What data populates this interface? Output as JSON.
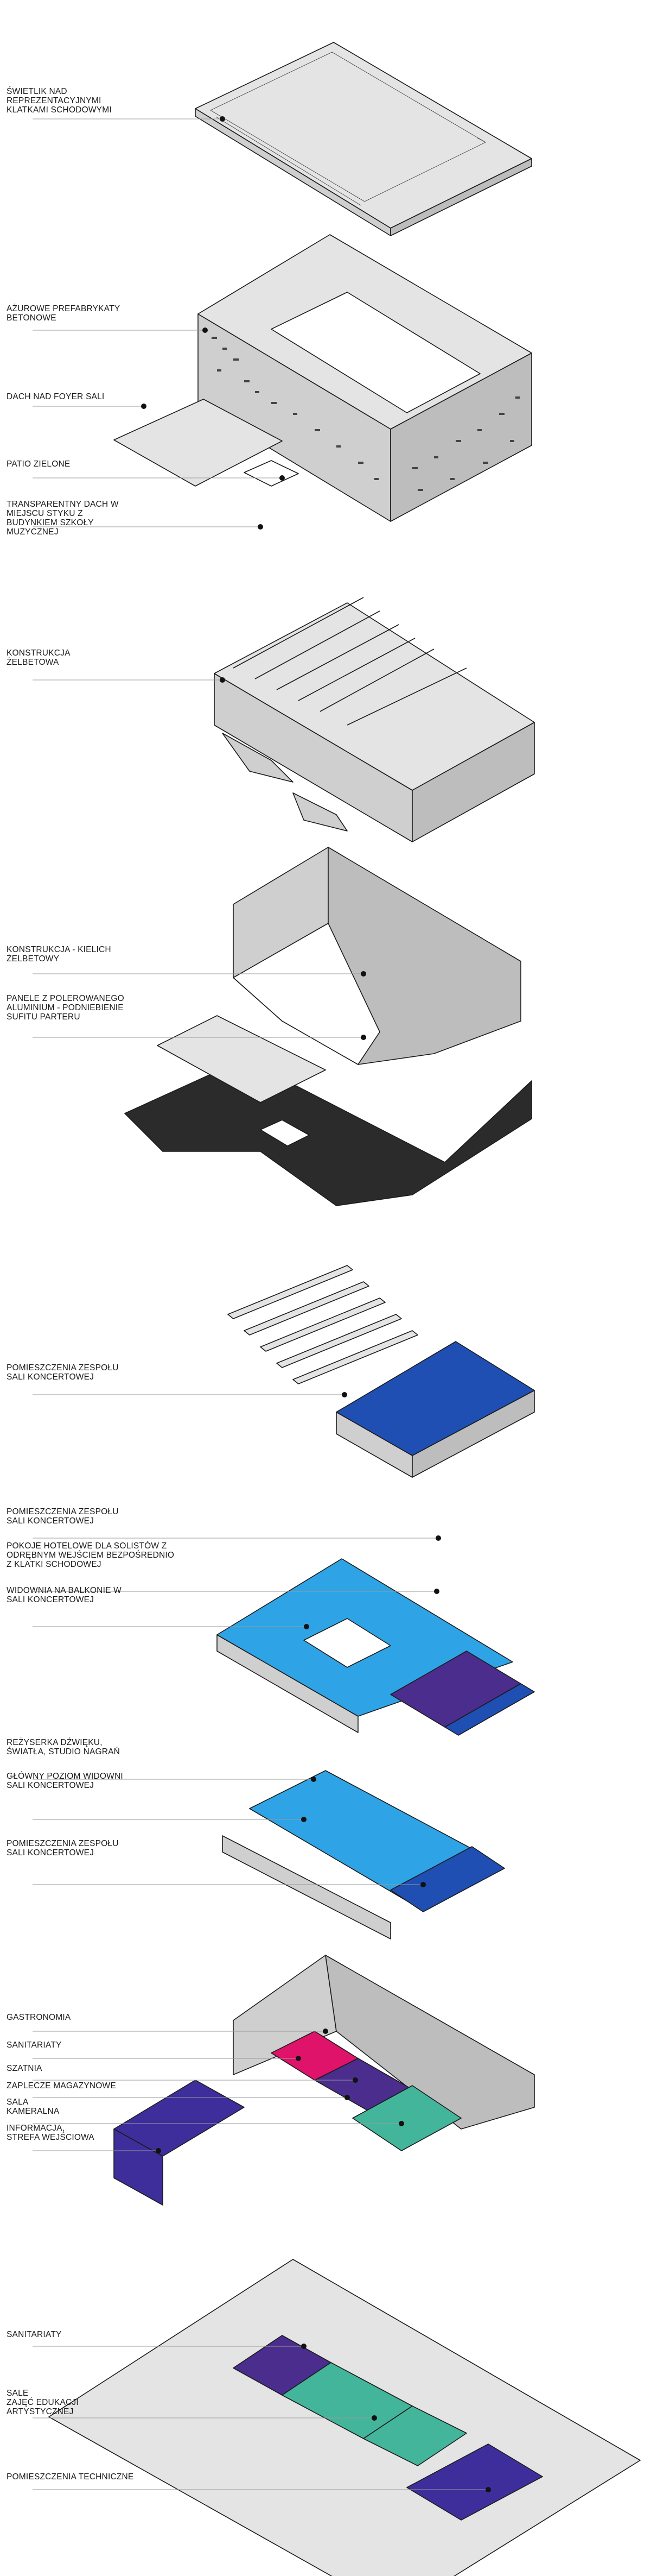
{
  "colors": {
    "blue": "#1f4fb3",
    "sky": "#2ea4e6",
    "purple": "#4a2d8c",
    "indigo": "#3e2e9c",
    "magenta": "#e0136b",
    "teal": "#43b59a",
    "grey_light": "#e4e4e4",
    "grey_mid": "#cfcfcf",
    "grey_dark": "#2b2b2b"
  },
  "labels": [
    {
      "id": "l1",
      "text": "ŚWIETLIK NAD\nREPREZENTACYJNYMI\nKLATKAMI SCHODOWYMI"
    },
    {
      "id": "l2",
      "text": "AŻUROWE PREFABRYKATY\nBETONOWE"
    },
    {
      "id": "l3",
      "text": "DACH NAD FOYER SALI"
    },
    {
      "id": "l4",
      "text": "PATIO ZIELONE"
    },
    {
      "id": "l5",
      "text": "TRANSPARENTNY DACH W\nMIEJSCU STYKU Z\nBUDYNKIEM SZKOŁY\nMUZYCZNEJ"
    },
    {
      "id": "l6",
      "text": "KONSTRUKCJA\nŻELBETOWA"
    },
    {
      "id": "l7",
      "text": "KONSTRUKCJA - KIELICH\nŻELBETOWY"
    },
    {
      "id": "l8",
      "text": "PANELE Z POLEROWANEGO\nALUMINIUM - PODNIEBIENIE\nSUFITU PARTERU"
    },
    {
      "id": "l9",
      "text": "POMIESZCZENIA ZESPOŁU\nSALI KONCERTOWEJ"
    },
    {
      "id": "l10",
      "text": "POMIESZCZENIA ZESPOŁU\nSALI KONCERTOWEJ"
    },
    {
      "id": "l11",
      "text": "POKOJE HOTELOWE DLA SOLISTÓW Z\nODRĘBNYM WEJŚCIEM BEZPOŚREDNIO\nZ KLATKI SCHODOWEJ"
    },
    {
      "id": "l12",
      "text": "WIDOWNIA NA BALKONIE W\nSALI KONCERTOWEJ"
    },
    {
      "id": "l13",
      "text": "REŻYSERKA DŹWIĘKU,\nŚWIATŁA, STUDIO NAGRAŃ"
    },
    {
      "id": "l14",
      "text": "GŁÓWNY POZIOM WIDOWNI\nSALI KONCERTOWEJ"
    },
    {
      "id": "l15",
      "text": "POMIESZCZENIA ZESPOŁU\nSALI KONCERTOWEJ"
    },
    {
      "id": "l16",
      "text": "GASTRONOMIA"
    },
    {
      "id": "l17",
      "text": "SANITARIATY"
    },
    {
      "id": "l18",
      "text": "SZATNIA"
    },
    {
      "id": "l19",
      "text": "ZAPLECZE MAGAZYNOWE"
    },
    {
      "id": "l20",
      "text": "SALA\nKAMERALNA"
    },
    {
      "id": "l21",
      "text": "INFORMACJA,\nSTREFA WEJŚCIOWA"
    },
    {
      "id": "l22",
      "text": "SANITARIATY"
    },
    {
      "id": "l23",
      "text": "SALE\nZAJĘĆ EDUKACJI\nARTYSTYCZNEJ"
    },
    {
      "id": "l24",
      "text": "POMIESZCZENIA TECHNICZNE"
    }
  ]
}
